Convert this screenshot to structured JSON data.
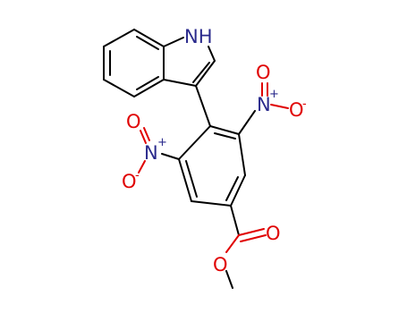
{
  "molecule": {
    "atoms": {
      "indole_nh": "NH",
      "nitro_right_n": "N",
      "nitro_right_o_top": "O",
      "nitro_right_o_right": "O",
      "nitro_right_plus": "+",
      "nitro_right_minus": "-",
      "nitro_left_n": "N",
      "nitro_left_o_top": "O",
      "nitro_left_o_bottom": "O",
      "nitro_left_plus": "+",
      "nitro_left_minus": "-",
      "ester_carbonyl_o": "O",
      "ester_ether_o": "O"
    },
    "colors": {
      "carbon_bond": "#000000",
      "nitrogen": "#2a2a8c",
      "oxygen": "#e00000",
      "background": "#ffffff"
    }
  }
}
